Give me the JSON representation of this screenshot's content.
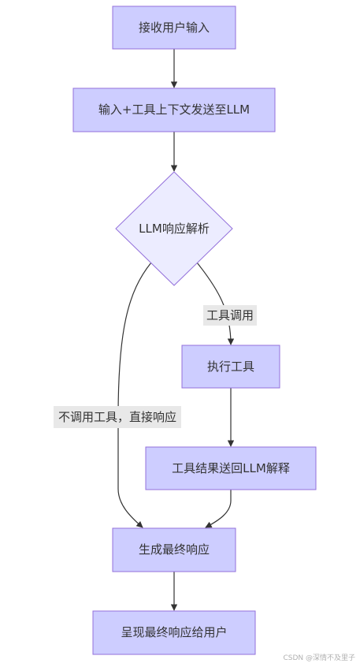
{
  "nodes": {
    "receive_input": "接收用户输入",
    "send_to_llm": "输入+工具上下文发送至LLM",
    "parse_response": "LLM响应解析",
    "execute_tool": "执行工具",
    "send_result_back": "工具结果送回LLM解释",
    "generate_final": "生成最终响应",
    "present_to_user": "呈现最终响应给用户"
  },
  "edges": {
    "call_tool": "工具调用",
    "no_tool": "不调用工具，直接响应"
  },
  "watermark": "CSDN @深情不及里子"
}
